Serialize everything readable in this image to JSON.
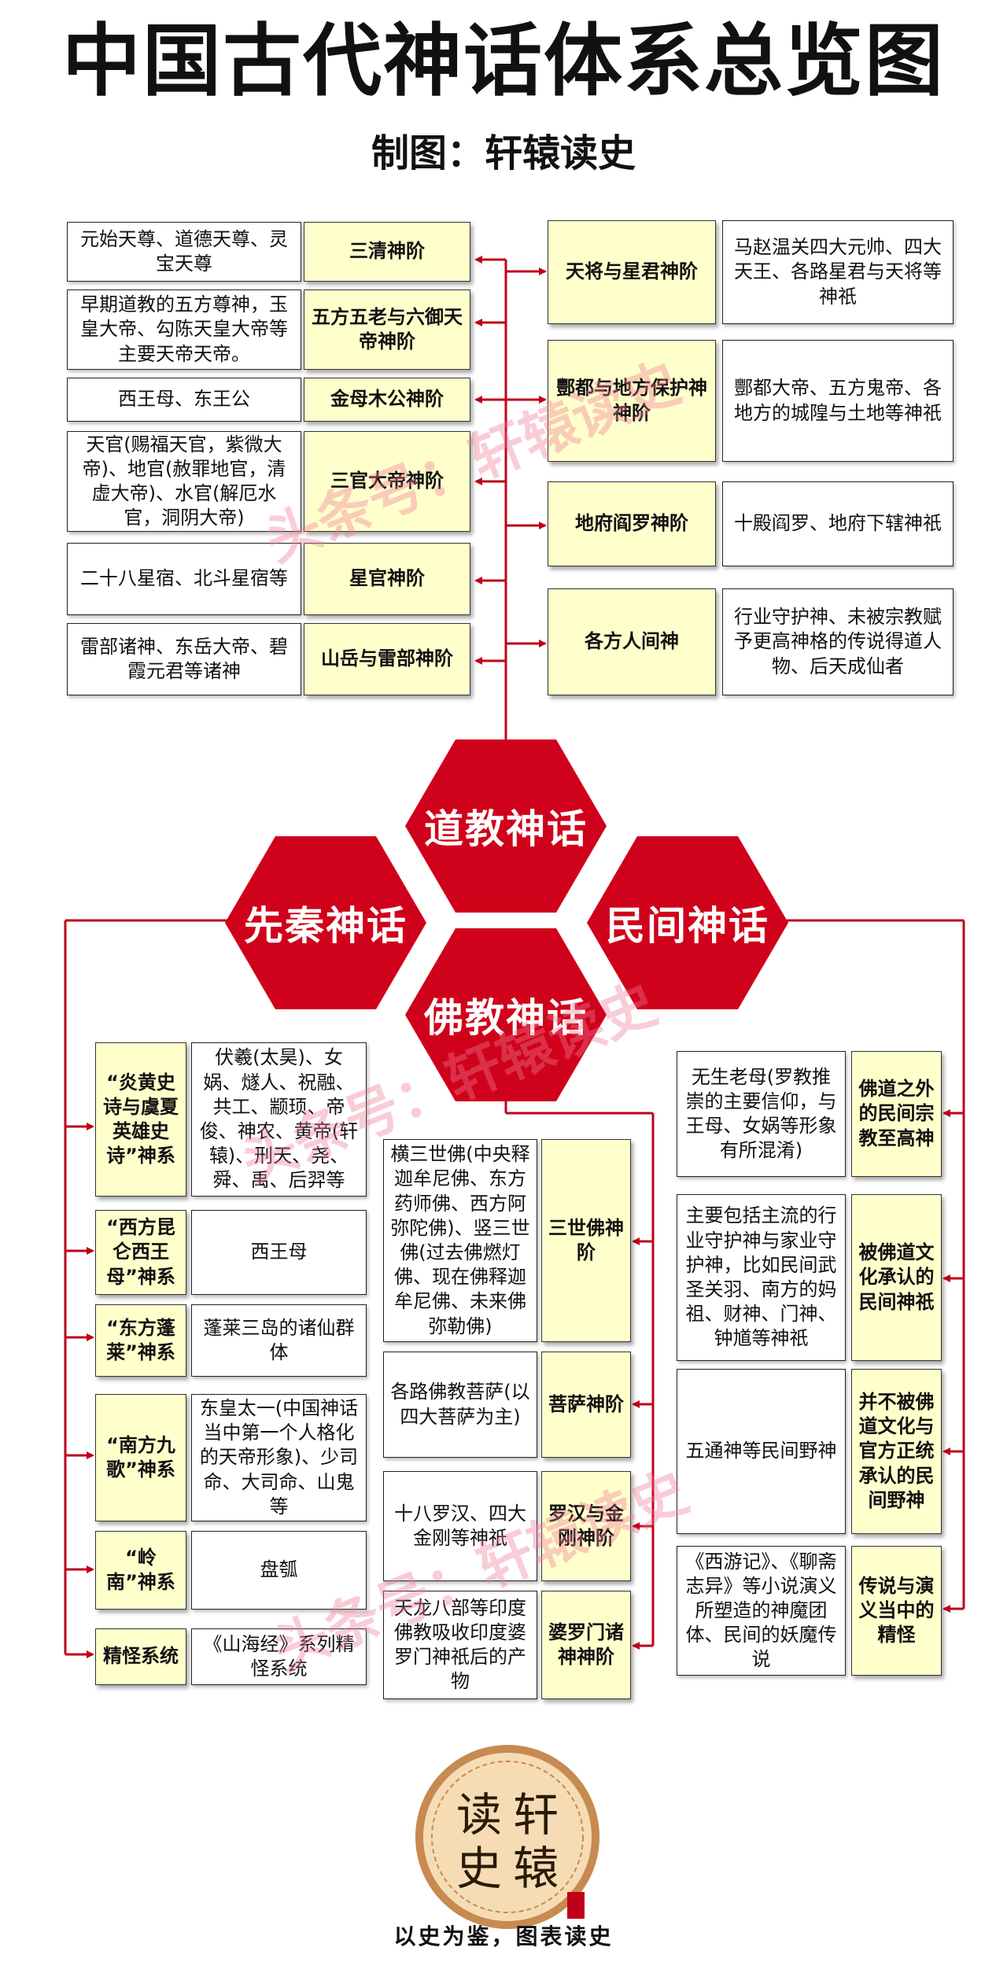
{
  "title": "中国古代神话体系总览图",
  "subtitle": "制图：轩辕读史",
  "hexagons": {
    "daojiao": "道教神话",
    "xianqin": "先秦神话",
    "minjian": "民间神话",
    "fojiao": "佛教神话"
  },
  "daojiao_left": [
    {
      "label": "三清神阶",
      "desc": "元始天尊、道德天尊、灵宝天尊"
    },
    {
      "label": "五方五老与六御天帝神阶",
      "desc": "早期道教的五方尊神，玉皇大帝、勾陈天皇大帝等主要天帝天帝。"
    },
    {
      "label": "金母木公神阶",
      "desc": "西王母、东王公"
    },
    {
      "label": "三官大帝神阶",
      "desc": "天官(赐福天官，紫微大帝)、地官(赦罪地官，清虚大帝)、水官(解厄水官，洞阴大帝)"
    },
    {
      "label": "星官神阶",
      "desc": "二十八星宿、北斗星宿等"
    },
    {
      "label": "山岳与雷部神阶",
      "desc": "雷部诸神、东岳大帝、碧霞元君等诸神"
    }
  ],
  "daojiao_right": [
    {
      "label": "天将与星君神阶",
      "desc": "马赵温关四大元帅、四大天王、各路星君与天将等神祇"
    },
    {
      "label": "酆都与地方保护神神阶",
      "desc": "酆都大帝、五方鬼帝、各地方的城隍与土地等神祇"
    },
    {
      "label": "地府阎罗神阶",
      "desc": "十殿阎罗、地府下辖神祇"
    },
    {
      "label": "各方人间神",
      "desc": "行业守护神、未被宗教赋予更高神格的传说得道人物、后天成仙者"
    }
  ],
  "xianqin": [
    {
      "label": "“炎黄史诗与虞夏英雄史诗”神系",
      "desc": "伏羲(太昊)、女娲、燧人、祝融、共工、颛顼、帝俊、神农、黄帝(轩辕)、刑天、尧、舜、禹、后羿等"
    },
    {
      "label": "“西方昆仑西王母”神系",
      "desc": "西王母"
    },
    {
      "label": "“东方蓬莱”神系",
      "desc": "蓬莱三岛的诸仙群体"
    },
    {
      "label": "“南方九歌”神系",
      "desc": "东皇太一(中国神话当中第一个人格化的天帝形象)、少司命、大司命、山鬼等"
    },
    {
      "label": "“岭南”神系",
      "desc": "盘瓠"
    },
    {
      "label": "精怪系统",
      "desc": "《山海经》系列精怪系统"
    }
  ],
  "fojiao": [
    {
      "label": "三世佛神阶",
      "desc": "横三世佛(中央释迦牟尼佛、东方药师佛、西方阿弥陀佛)、竖三世佛(过去佛燃灯佛、现在佛释迦牟尼佛、未来佛弥勒佛)"
    },
    {
      "label": "菩萨神阶",
      "desc": "各路佛教菩萨(以四大菩萨为主)"
    },
    {
      "label": "罗汉与金刚神阶",
      "desc": "十八罗汉、四大金刚等神祇"
    },
    {
      "label": "婆罗门诸神神阶",
      "desc": "天龙八部等印度佛教吸收印度婆罗门神祇后的产物"
    }
  ],
  "minjian": [
    {
      "label": "佛道之外的民间宗教至高神",
      "desc": "无生老母(罗教推崇的主要信仰，与王母、女娲等形象有所混淆)"
    },
    {
      "label": "被佛道文化承认的民间神祇",
      "desc": "主要包括主流的行业守护神与家业守护神，比如民间武圣关羽、南方的妈祖、财神、门神、钟馗等神祇"
    },
    {
      "label": "并不被佛道文化与官方正统承认的民间野神",
      "desc": "五通神等民间野神"
    },
    {
      "label": "传说与演义当中的精怪",
      "desc": "《西游记》、《聊斋志异》等小说演义所塑造的神魔团体、民间的妖魔传说"
    }
  ],
  "seal": {
    "chars": [
      "轩",
      "辕",
      "读",
      "史"
    ],
    "small": "轩辕读史"
  },
  "watermark": "头条号：轩辕读史",
  "slogan": "以史为鉴，图表读史",
  "colors": {
    "accent": "#d0021b",
    "line": "#c0001a",
    "label_bg": "#ffffcc",
    "seal_bg": "#f6dcb4",
    "seal_ring": "#c78a50"
  }
}
